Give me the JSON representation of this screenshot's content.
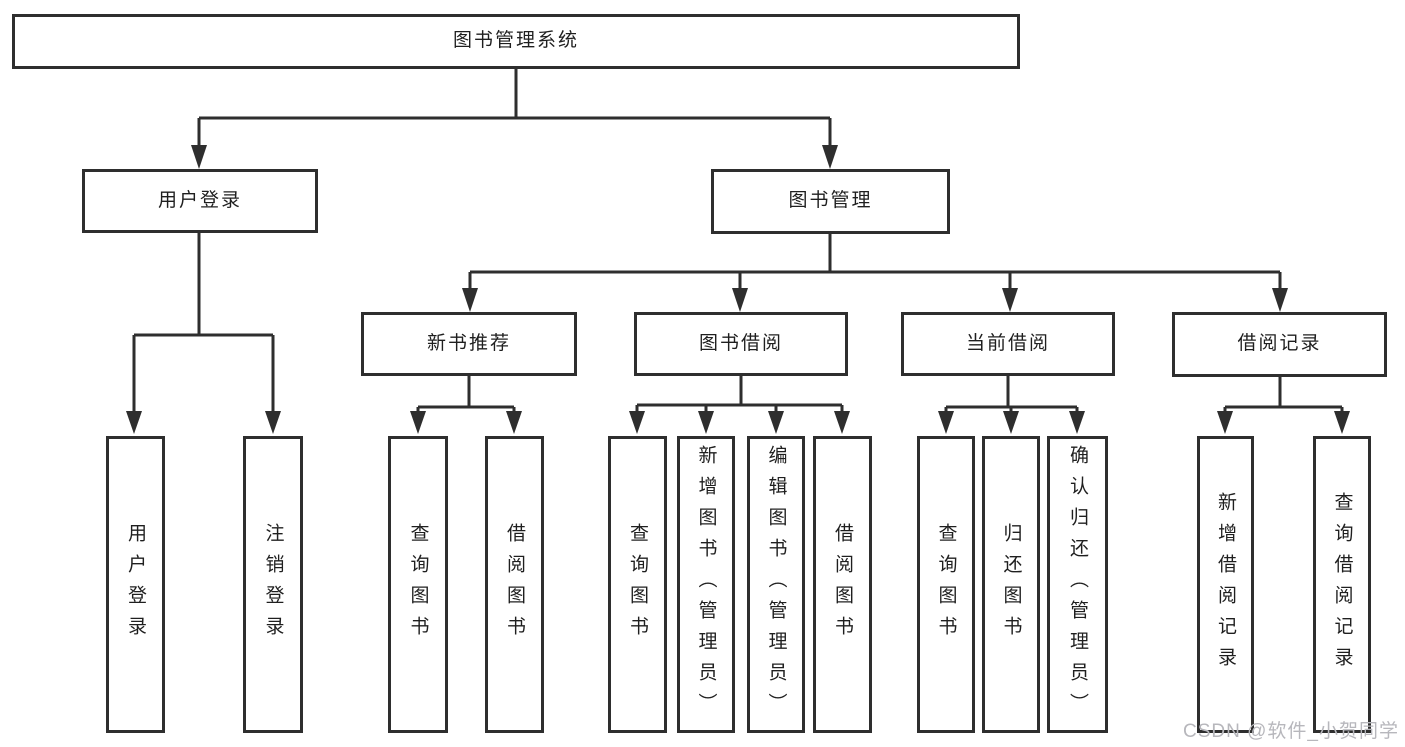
{
  "tree": {
    "label": "图书管理系统",
    "children": [
      {
        "label": "用户登录",
        "children": [
          {
            "label": "用户登录"
          },
          {
            "label": "注销登录"
          }
        ]
      },
      {
        "label": "图书管理",
        "children": [
          {
            "label": "新书推荐",
            "children": [
              {
                "label": "查询图书"
              },
              {
                "label": "借阅图书"
              }
            ]
          },
          {
            "label": "图书借阅",
            "children": [
              {
                "label": "查询图书"
              },
              {
                "label": "新增图书（管理员）"
              },
              {
                "label": "编辑图书（管理员）"
              },
              {
                "label": "借阅图书"
              }
            ]
          },
          {
            "label": "当前借阅",
            "children": [
              {
                "label": "查询图书"
              },
              {
                "label": "归还图书"
              },
              {
                "label": "确认归还（管理员）"
              }
            ]
          },
          {
            "label": "借阅记录",
            "children": [
              {
                "label": "新增借阅记录"
              },
              {
                "label": "查询借阅记录"
              }
            ]
          }
        ]
      }
    ]
  },
  "watermark": "CSDN @软件_小贺同学",
  "colors": {
    "line": "#2e2e2e",
    "box_border": "#2e2e2e",
    "box_background": "#ffffff",
    "text": "#1f1f1f",
    "watermark": "#b7b7bc"
  }
}
